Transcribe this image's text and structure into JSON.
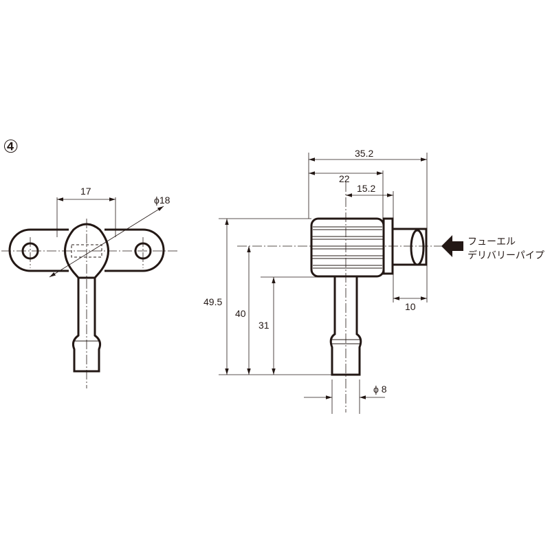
{
  "figure_number": "④",
  "dimensions": {
    "flange_width": "17",
    "body_diameter": "ϕ18",
    "overall_length": "35.2",
    "length_22": "22",
    "length_15_2": "15.2",
    "inlet_length": "10",
    "overall_height": "49.5",
    "height_40": "40",
    "height_31": "31",
    "nipple_diameter": "ϕ 8"
  },
  "callout": {
    "line1": "フューエル",
    "line2": "デリバリーパイプ"
  }
}
